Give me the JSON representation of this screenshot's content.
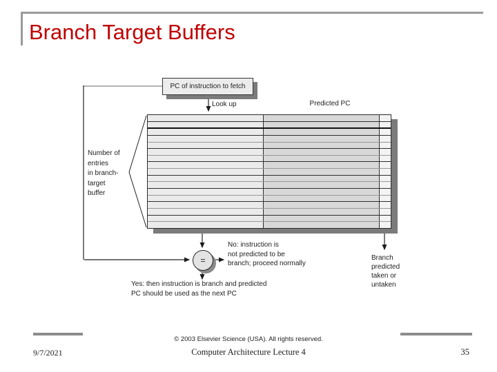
{
  "title": "Branch Target Buffers",
  "theme": {
    "title_color": "#c00000",
    "frame_gray": "#999999",
    "shadow_gray": "#7b7b7b",
    "table_left_fill": "#ebebeb",
    "table_mid_fill": "#d8d8d8",
    "table_right_fill": "#f3f3f3"
  },
  "diagram": {
    "pc_box_label": "PC of instruction to fetch",
    "look_up_label": "Look up",
    "predicted_pc_label": "Predicted PC",
    "entries_label": "Number of\nentries\nin branch-\ntarget\nbuffer",
    "equals_symbol": "=",
    "no_label": "No:  instruction is\nnot predicted to be\nbranch; proceed normally",
    "yes_label": "Yes:  then instruction is branch and predicted\nPC should be used as the next PC",
    "branch_predicted_label": "Branch\npredicted\ntaken or\nuntaken",
    "buffer_table": {
      "num_rows": 17,
      "thick_divider_after_row": 2
    }
  },
  "copyright": "© 2003 Elsevier Science (USA). All rights reserved.",
  "footer": {
    "date": "9/7/2021",
    "course": "Computer Architecture Lecture 4",
    "page_number": "35"
  }
}
